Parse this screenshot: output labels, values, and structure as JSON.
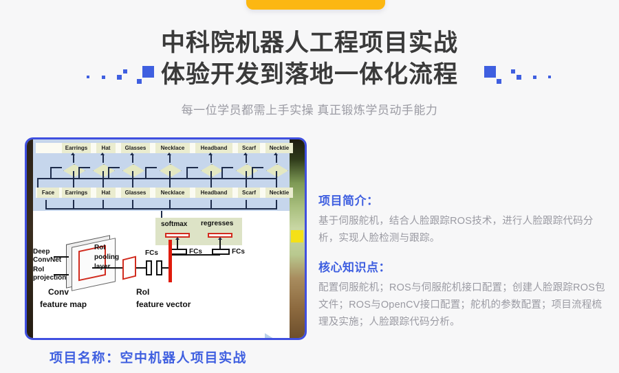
{
  "header": {
    "title_line1": "中科院机器人工程项目实战",
    "title_line2": "体验开发到落地一体化流程",
    "subtitle": "每一位学员都需上手实操 真正锻炼学员动手能力"
  },
  "top_pill": {
    "color": "#fcb712"
  },
  "decoration": {
    "color": "#3f5fe0"
  },
  "diagram": {
    "border_color": "#3f4fe0",
    "upper_bg": "#c6d6ec",
    "attribute_chips_top": [
      "Earrings",
      "Hat",
      "Glasses",
      "Necklace",
      "Headband",
      "Scarf",
      "Necktie"
    ],
    "attribute_chips_bottom": [
      "Face",
      "Earrings",
      "Hat",
      "Glasses",
      "Necklace",
      "Headband",
      "Scarf",
      "Necktie"
    ],
    "softmax_label": "softmax",
    "regresses_label": "regresses",
    "fcs_label_1": "FCs",
    "fcs_label_2": "FCs",
    "fcs_label_3": "FCs",
    "deep_convnet_label_1": "Deep",
    "deep_convnet_label_2": "ConvNet",
    "roi_projection_label_1": "RoI",
    "roi_projection_label_2": "projection",
    "roi_pooling_label_1": "RoI",
    "roi_pooling_label_2": "pooling",
    "roi_pooling_label_3": "layer",
    "conv_feature_map_label_1": "Conv",
    "conv_feature_map_label_2": "feature map",
    "roi_feature_vector_label_1": "RoI",
    "roi_feature_vector_label_2": "feature vector"
  },
  "content": {
    "intro_heading": "项目简介：",
    "intro_body": "基于伺服舵机，结合人脸跟踪ROS技术，进行人脸跟踪代码分析，实现人脸检测与跟踪。",
    "core_heading": "核心知识点：",
    "core_body": "配置伺服舵机；ROS与伺服舵机接口配置；创建人脸跟踪ROS包文件；ROS与OpenCV接口配置；舵机的参数配置；项目流程梳理及实施；人脸跟踪代码分析。"
  },
  "footer": {
    "project_name": "项目名称：空中机器人项目实战"
  }
}
